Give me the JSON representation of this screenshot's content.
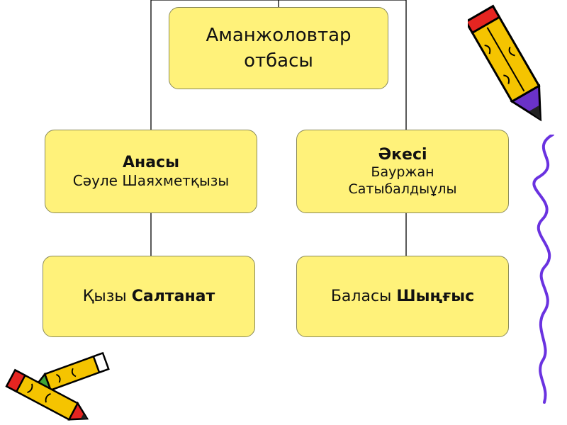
{
  "diagram": {
    "root": {
      "line1": "Аманжоловтар",
      "line2": "отбасы"
    },
    "mother": {
      "title": "Анасы",
      "name": "Сәуле Шаяхметқызы"
    },
    "father": {
      "title": "Әкесі",
      "name_line1": "Бауржан",
      "name_line2": "Сатыбалдыұлы"
    },
    "daughter": {
      "relation": "Қызы",
      "name": "Салтанат"
    },
    "son": {
      "relation": "Баласы",
      "name": "Шыңғыс"
    }
  },
  "decorations": [
    "pencil-top-right-icon",
    "squiggle-line-right",
    "pencils-bottom-left-icon"
  ],
  "colors": {
    "box_fill": "#FFF27A",
    "connector": "#000000",
    "pencil_yellow": "#F5C400",
    "pencil_red": "#E52521",
    "pencil_purple": "#6A32C8",
    "squiggle": "#6A32E0"
  }
}
